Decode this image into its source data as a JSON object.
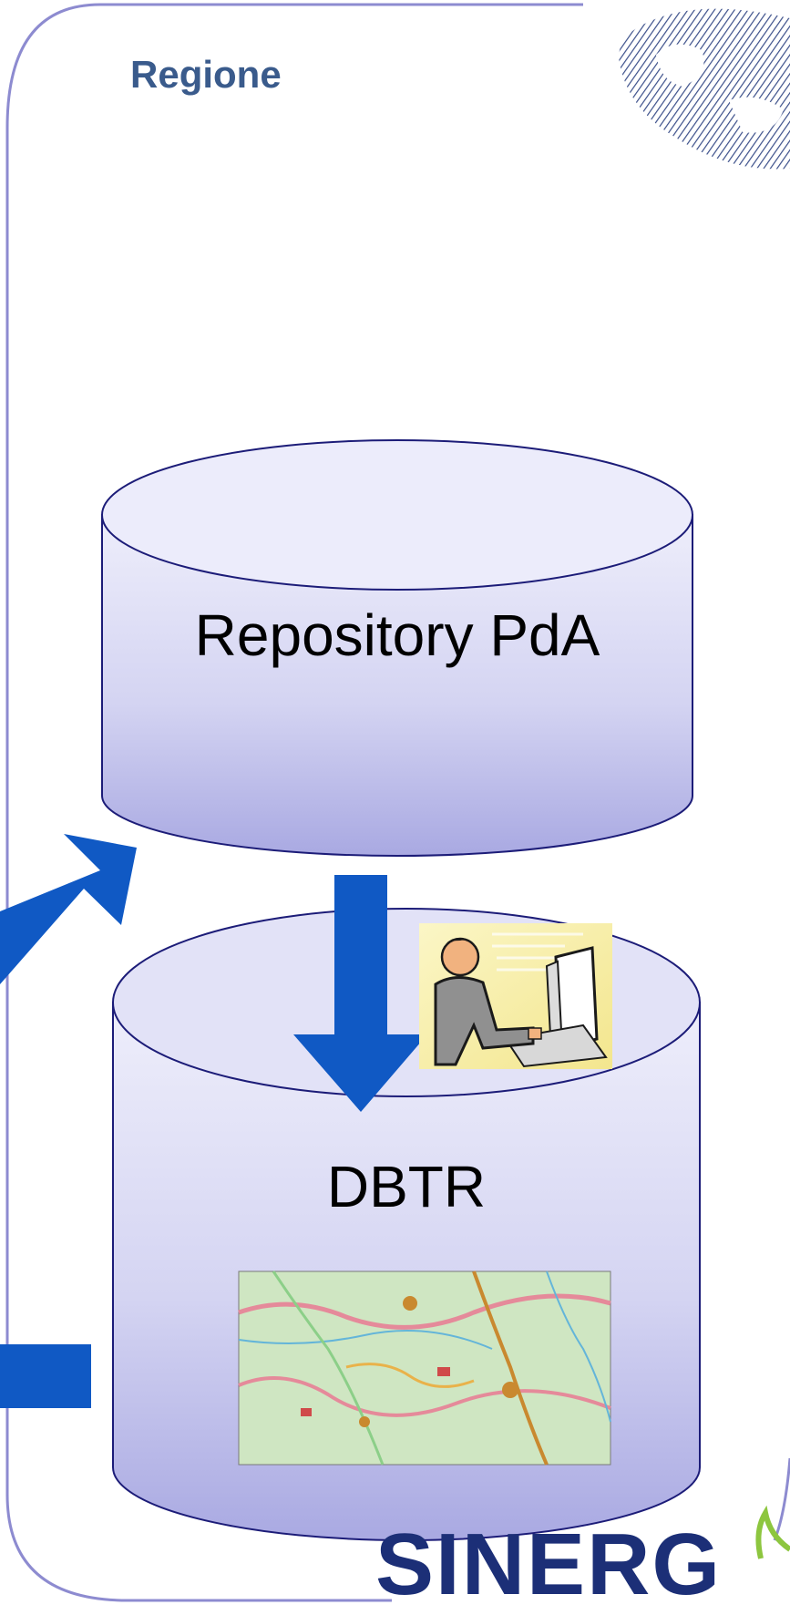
{
  "region_container": {
    "label": "Regione"
  },
  "repository_db": {
    "label": "Repository PdA"
  },
  "dbtr_db": {
    "label": "DBTR"
  },
  "logo": {
    "text": "SINERG"
  },
  "colors": {
    "region_border": "#8d8bd0",
    "region_title": "#3a5b8c",
    "cylinder_top": "#eeeefb",
    "cylinder_bottom": "#aaaae3",
    "cylinder_outline": "#1c1c78",
    "arrow": "#1059c4",
    "logo_text": "#1c2f77",
    "logo_accent": "#8dc63f"
  },
  "icons": [
    "world-globe-icon",
    "office-worker-computer-icon",
    "topographic-map-icon",
    "down-arrow-icon",
    "diagonal-arrow-icon",
    "right-arrow-icon"
  ]
}
